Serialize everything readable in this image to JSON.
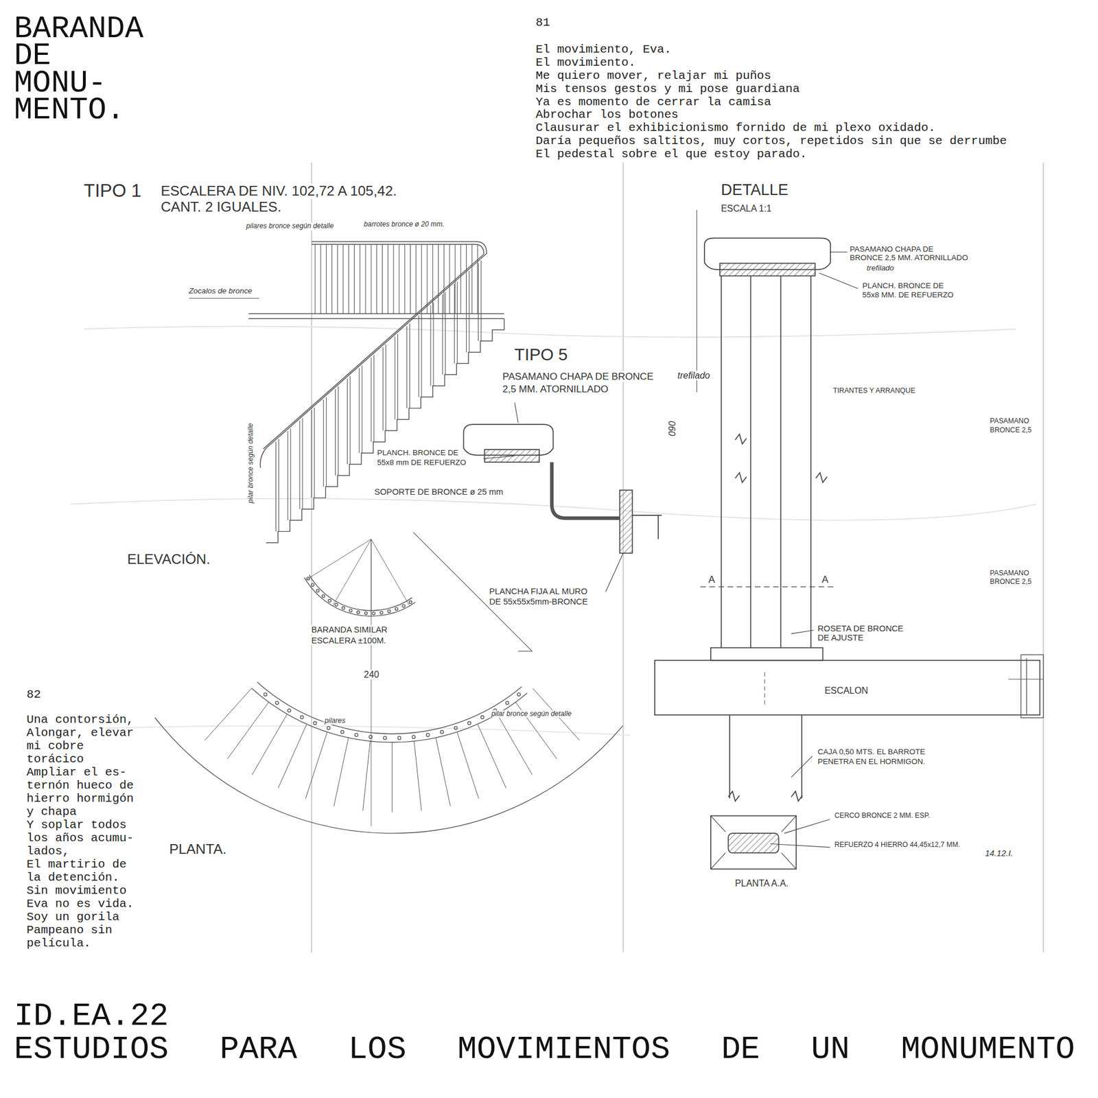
{
  "diagram": {
    "title": "BARANDA DE MONU- MENTO.",
    "caption": "ESTUDIOS PARA LOS MOVIMIENTOS DE UN MONUMENTO",
    "labels": [
      "81",
      "El movimiento, Eva.",
      "El movimiento.",
      "Me quiero mover, relajar mi puños",
      "Mis tensos gestos y mi pose guardiana",
      "Ya es momento de cerrar la camisa",
      "Abrochar los botones",
      "Clausurar el exhibicionismo fornido de mi plexo oxidado.",
      "Daría pequeños saltitos, muy cortos, repetidos sin que se derrumbe",
      "El pedestal sobre el que estoy parado.",
      "82",
      "Una contorsión,",
      "Alongar, elevar",
      "mi cobre",
      "torácico",
      "Ampliar el es-",
      "ternón hueco de",
      "hierro hormigón",
      "y chapa",
      "Y soplar todos",
      "los años acumu-",
      "lados,",
      "El martirio de",
      "la detención.",
      "Sin movimiento",
      "Eva no es vida.",
      "Soy un gorila",
      "Pampeano sin",
      "película.",
      "ID.EA.22",
      "TIPO 1",
      "ESCALERA DE NIV. 102,72 A 105,42.",
      "CANT. 2 IGUALES.",
      "pilares bronce según detalle",
      "barrotes bronce ø 20 mm.",
      "Zocalos de bronce",
      "pilar bronce según detalle",
      "ELEVACIÓN.",
      "TIPO 5",
      "PASAMANO CHAPA DE BRONCE",
      "trefilado",
      "2,5 MM. ATORNILLADO",
      "PLANCH. BRONCE DE",
      "55x8 mm DE REFUERZO",
      "SOPORTE DE BRONCE ø 25 mm",
      "PLANCHA FIJA AL MURO",
      "DE 55x55x5mm-BRONCE",
      "BARANDA SIMILAR",
      "ESCALERA ±100M.",
      "240",
      "pilares",
      "pilar bronce según detalle",
      "PLANTA.",
      "DETALLE",
      "ESCALA 1:1",
      "PASAMANO CHAPA DE",
      "BRONCE 2,5 MM. ATORNILLADO",
      "trefilado",
      "PLANCH. BRONCE DE",
      "55x8 MM. DE REFUERZO",
      "090",
      "TIRANTES Y ARRANQUE",
      "A",
      "A",
      "ROSETA DE BRONCE",
      "DE AJUSTE",
      "ESCALON",
      "CAJA 0,50 MTS. EL BARROTE",
      "PENETRA EN EL HORMIGON.",
      "CERCO BRONCE 2 MM. ESP.",
      "REFUERZO 4 HIERRO 44,45x12,7 MM.",
      "PLANTA A.A.",
      "14.12.I.",
      "PASAMANO",
      "BRONCE 2,5",
      "PASAMANO",
      "BRONCE 2,5"
    ]
  }
}
